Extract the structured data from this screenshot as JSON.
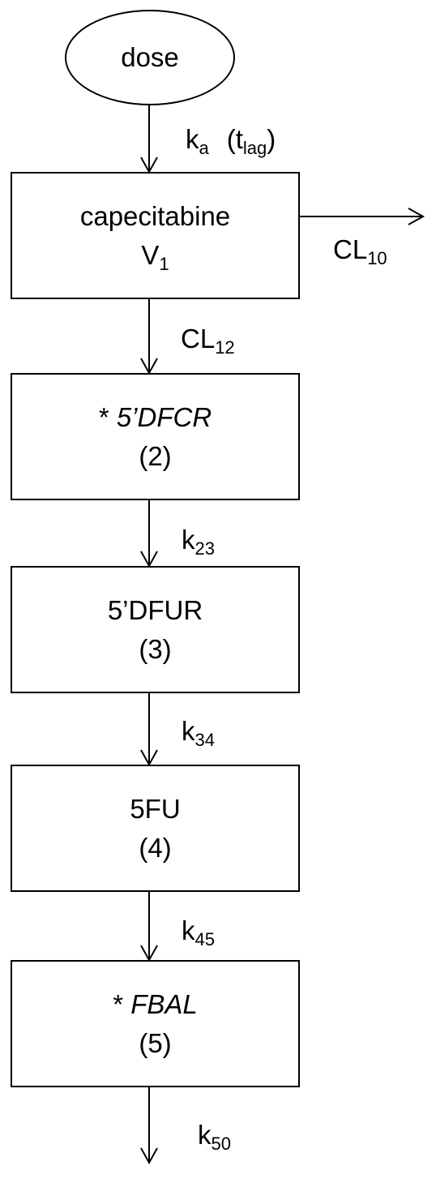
{
  "dose": {
    "label": "dose"
  },
  "compartments": [
    {
      "name": "capecitabine",
      "sub_main": "V",
      "sub_index": "1"
    },
    {
      "prefix": "* ",
      "name": "5’DFCR",
      "number": "(2)"
    },
    {
      "name": "5’DFUR",
      "number": "(3)"
    },
    {
      "name": "5FU",
      "number": "(4)"
    },
    {
      "prefix": "* ",
      "name": "FBAL",
      "number": "(5)"
    }
  ],
  "rates": {
    "ka": {
      "main": "k",
      "sub": "a",
      "extra_open": "(t",
      "extra_sub": "lag",
      "extra_close": ")"
    },
    "cl10": {
      "main": "CL",
      "sub": "10"
    },
    "cl12": {
      "main": "CL",
      "sub": "12"
    },
    "k23": {
      "main": "k",
      "sub": "23"
    },
    "k34": {
      "main": "k",
      "sub": "34"
    },
    "k45": {
      "main": "k",
      "sub": "45"
    },
    "k50": {
      "main": "k",
      "sub": "50"
    }
  }
}
